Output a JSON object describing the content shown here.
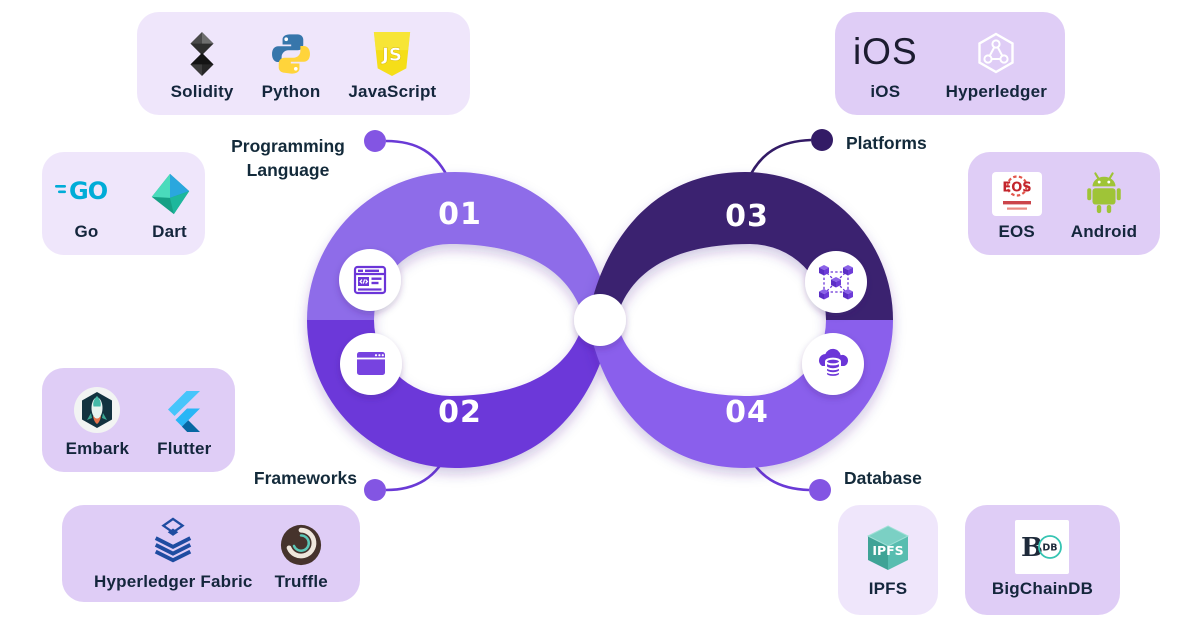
{
  "diagram": {
    "title_hint": "blockchain-development-stack-infinity",
    "numbers": [
      "01",
      "02",
      "03",
      "04"
    ],
    "sections": {
      "q1": "Programming\nLanguage",
      "q2": "Frameworks",
      "q3": "Platforms",
      "q4": "Database"
    },
    "colors": {
      "quadrant_1": "#8E6CE9",
      "quadrant_2": "#6C38D9",
      "quadrant_3": "#3A2070",
      "quadrant_4": "#8A5EEC",
      "accent_dot": "#8355E3",
      "dark_dot": "#331B66",
      "connector": "#6A3AD6",
      "card_light": "#EFE6FB",
      "card_mid": "#DFCDF6",
      "label_text": "#132A3A"
    },
    "ring_icons": [
      "code-browser",
      "browser-window",
      "blockchain-cubes",
      "cloud-database"
    ]
  },
  "cards": {
    "languages_main": {
      "items": [
        "Solidity",
        "Python",
        "JavaScript"
      ]
    },
    "go_dart": {
      "items": [
        "Go",
        "Dart"
      ]
    },
    "embark_flutter": {
      "items": [
        "Embark",
        "Flutter"
      ]
    },
    "fabric_truffle": {
      "items": [
        "Hyperledger Fabric",
        "Truffle"
      ]
    },
    "ios_hyperledger": {
      "items": [
        "iOS",
        "Hyperledger"
      ]
    },
    "eos_android": {
      "items": [
        "EOS",
        "Android"
      ]
    },
    "ipfs": {
      "items": [
        "IPFS"
      ]
    },
    "bigchaindb": {
      "items": [
        "BigChainDB"
      ]
    }
  },
  "logo_text": {
    "javascript": "JS",
    "go": "GO",
    "ios": "iOS",
    "eos": "EOS",
    "ipfs": "IPFS",
    "bigchaindb_b": "B",
    "bigchaindb_db": "DB"
  }
}
